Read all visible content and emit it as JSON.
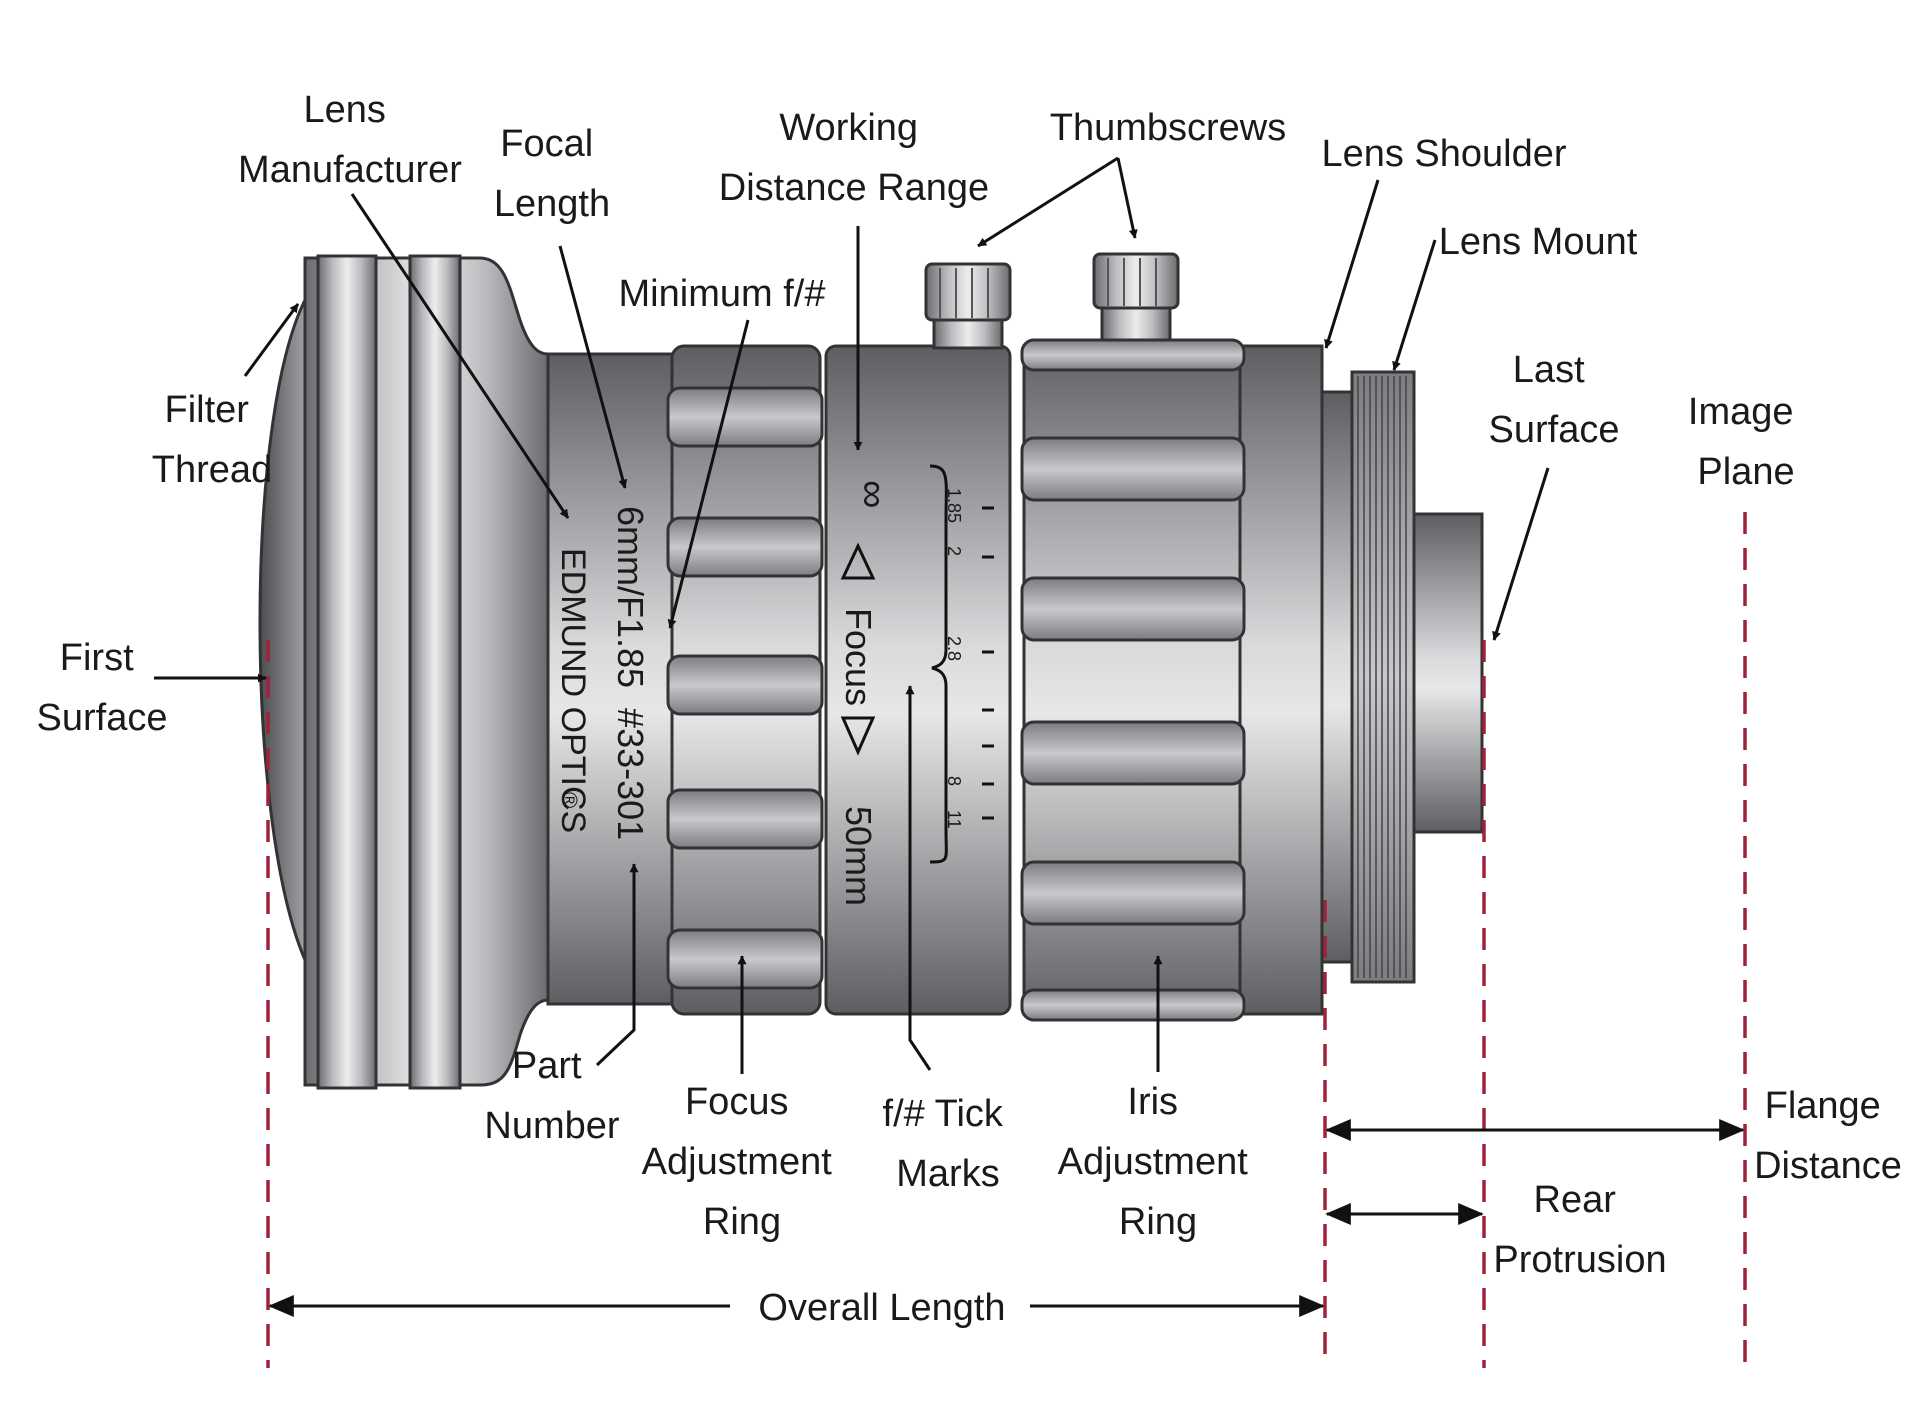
{
  "colors": {
    "dash": "#a0223a",
    "metal_dark": "#5f6064",
    "metal_light": "#e4e5e7",
    "ink": "#111111"
  },
  "labels": {
    "lens_manufacturer": [
      "Lens",
      "Manufacturer"
    ],
    "focal_length": [
      "Focal",
      "Length"
    ],
    "working_distance_range": [
      "Working",
      "Distance Range"
    ],
    "thumbscrews": "Thumbscrews",
    "lens_shoulder": "Lens Shoulder",
    "lens_mount": "Lens Mount",
    "minimum_f": "Minimum f/#",
    "filter_thread": [
      "Filter",
      "Thread"
    ],
    "last_surface": [
      "Last",
      "Surface"
    ],
    "image_plane": [
      "Image",
      "Plane"
    ],
    "first_surface": [
      "First",
      "Surface"
    ],
    "part_number": [
      "Part",
      "Number"
    ],
    "focus_ring": [
      "Focus",
      "Adjustment",
      "Ring"
    ],
    "tick_marks": [
      "f/# Tick",
      "Marks"
    ],
    "iris_ring": [
      "Iris",
      "Adjustment",
      "Ring"
    ],
    "flange_distance": [
      "Flange",
      "Distance"
    ],
    "rear_protrusion": [
      "Rear",
      "Protrusion"
    ],
    "overall_length": "Overall Length"
  },
  "lens_markings": {
    "manufacturer": "EDMUND OPTICS",
    "registered": "®",
    "spec": "6mm/F1.85  #33-301",
    "infinity": "∞",
    "focus_word": "Focus",
    "min_distance": "50mm",
    "f_stops": [
      "1.85",
      "2",
      "2.8",
      "8",
      "11"
    ]
  }
}
